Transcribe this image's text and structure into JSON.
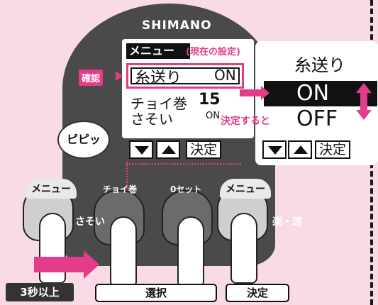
{
  "brand": "SHIMANO",
  "lcd": {
    "header": "メニュー",
    "note": "(現在の設定)",
    "selected_label": "糸送り",
    "selected_value": "ON",
    "row2_label": "チョイ巻",
    "row2_value": "15",
    "row3_label": "さそい",
    "row3_value": "ON"
  },
  "confirm_tag": "確認",
  "kettei_suru_to": "決定すると",
  "kettei": "決定",
  "right_panel": {
    "title": "糸送り",
    "on": "ON",
    "off": "OFF"
  },
  "bubble": "ピピッ",
  "buttons": [
    {
      "label": "メニュー"
    },
    {
      "label": "チョイ巻"
    },
    {
      "label": "0セット"
    },
    {
      "label": "メニュー"
    }
  ],
  "side_labels": {
    "left": "さそい",
    "right": "楽・速"
  },
  "bottom": {
    "hold": "3秒以上",
    "select": "選択",
    "confirm": "決定"
  },
  "colors": {
    "accent": "#e33d8a",
    "body": "#4a4a4a",
    "background": "#f8dbe6"
  }
}
